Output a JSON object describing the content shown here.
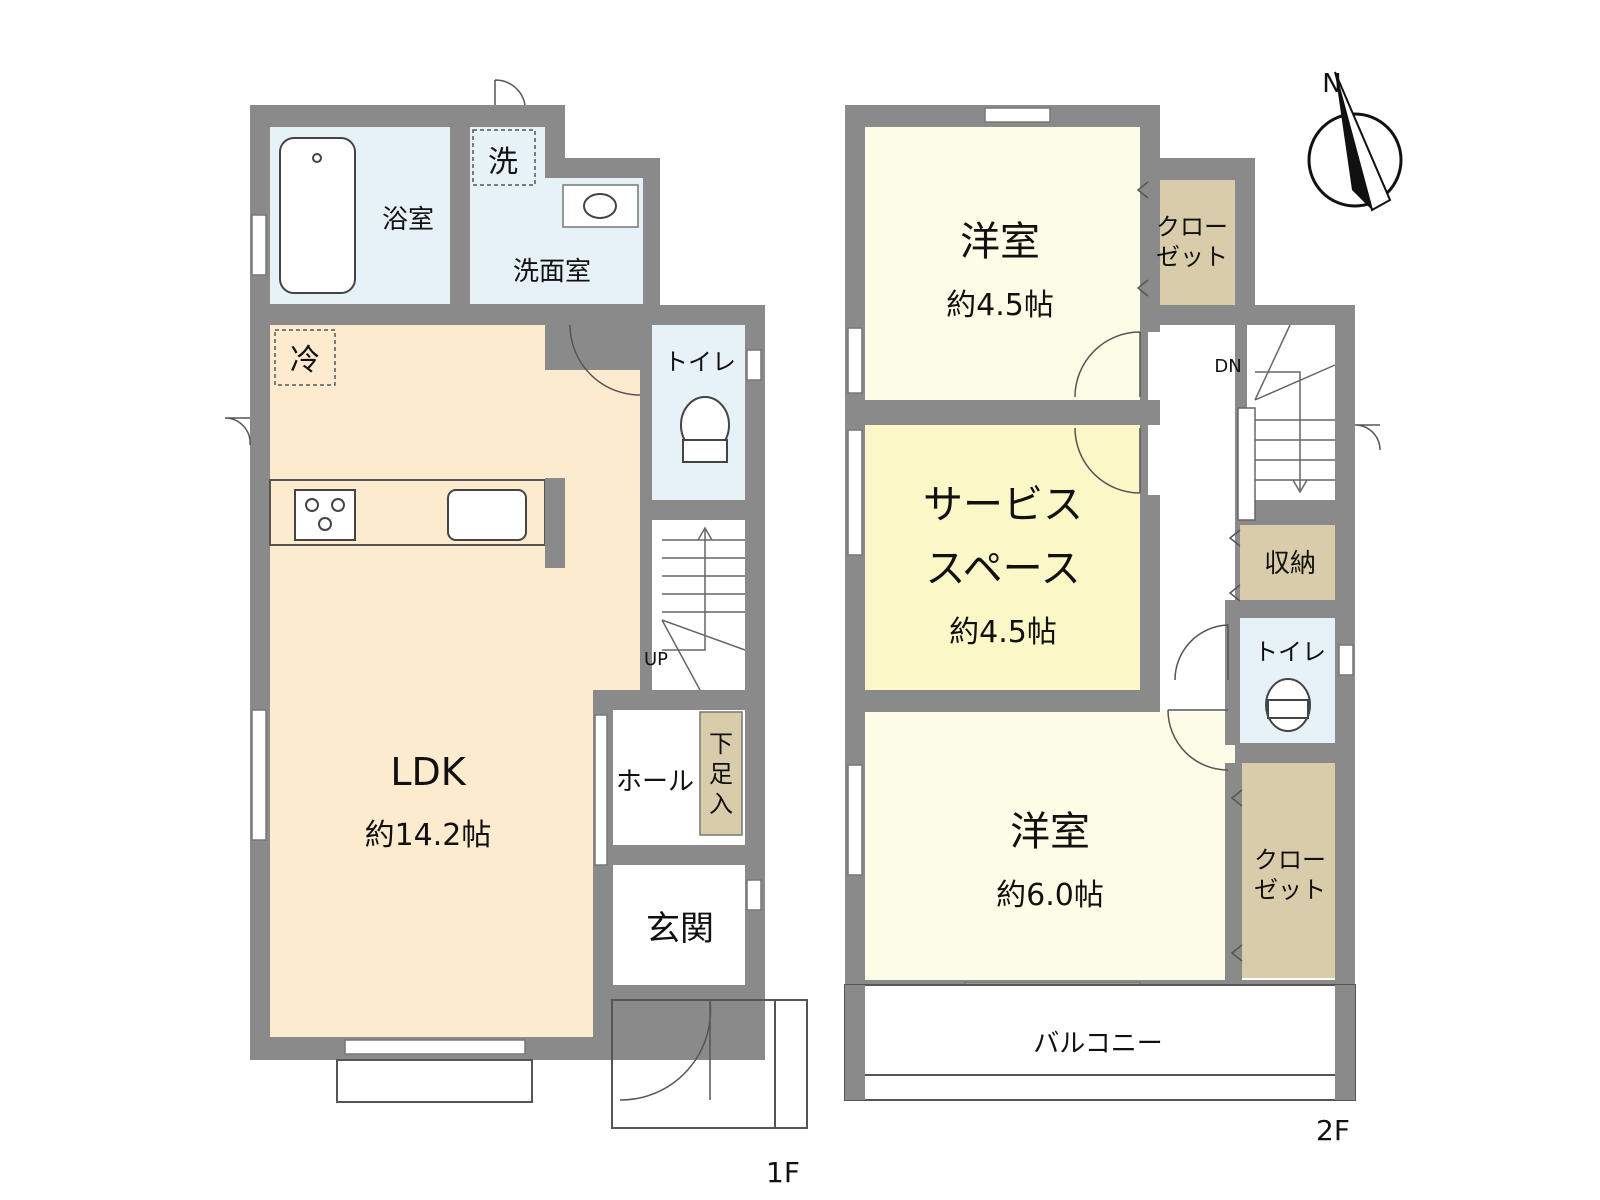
{
  "floor1": {
    "label": "1F",
    "rooms": {
      "bath": "浴室",
      "washroom": "洗面室",
      "washer": "洗",
      "fridge": "冷",
      "toilet": "トイレ",
      "ldk_name": "LDK",
      "ldk_size": "約14.2帖",
      "hall": "ホール",
      "shoe_storage": "下足入",
      "entrance": "玄関",
      "stairs_up": "UP"
    }
  },
  "floor2": {
    "label": "2F",
    "rooms": {
      "western1_name": "洋室",
      "western1_size": "約4.5帖",
      "closet1": "クロー\nゼット",
      "service_name_l1": "サービス",
      "service_name_l2": "スペース",
      "service_size": "約4.5帖",
      "stairs_down": "DN",
      "storage": "収納",
      "toilet": "トイレ",
      "western2_name": "洋室",
      "western2_size": "約6.0帖",
      "closet2": "クロー\nゼット",
      "balcony": "バルコニー"
    }
  },
  "compass": {
    "north": "N"
  },
  "colors": {
    "wall": "#8a8a8a",
    "ldk": "#fdebd0",
    "wet": "#e6f2f8",
    "western": "#fdfce6",
    "service": "#fbf7c6",
    "closet": "#d9ccaa"
  }
}
